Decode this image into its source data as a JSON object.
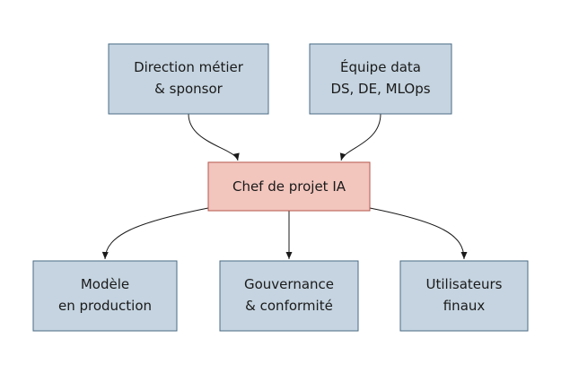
{
  "colors": {
    "box_fill": "#c5d4e0",
    "box_stroke": "#4a6b86",
    "center_fill": "#f2c5bd",
    "center_stroke": "#b5554a",
    "edge": "#1a1a1a"
  },
  "nodes": {
    "direction": {
      "line1": "Direction métier",
      "line2": "& sponsor"
    },
    "equipe": {
      "line1": "Équipe data",
      "line2": "DS, DE, MLOps"
    },
    "chef": {
      "label": "Chef de projet IA"
    },
    "modele": {
      "line1": "Modèle",
      "line2": "en production"
    },
    "gouvernance": {
      "line1": "Gouvernance",
      "line2": "& conformité"
    },
    "utilisateurs": {
      "line1": "Utilisateurs",
      "line2": "finaux"
    }
  },
  "edges": [
    {
      "from": "direction",
      "to": "chef"
    },
    {
      "from": "equipe",
      "to": "chef"
    },
    {
      "from": "chef",
      "to": "modele"
    },
    {
      "from": "chef",
      "to": "gouvernance"
    },
    {
      "from": "chef",
      "to": "utilisateurs"
    }
  ]
}
